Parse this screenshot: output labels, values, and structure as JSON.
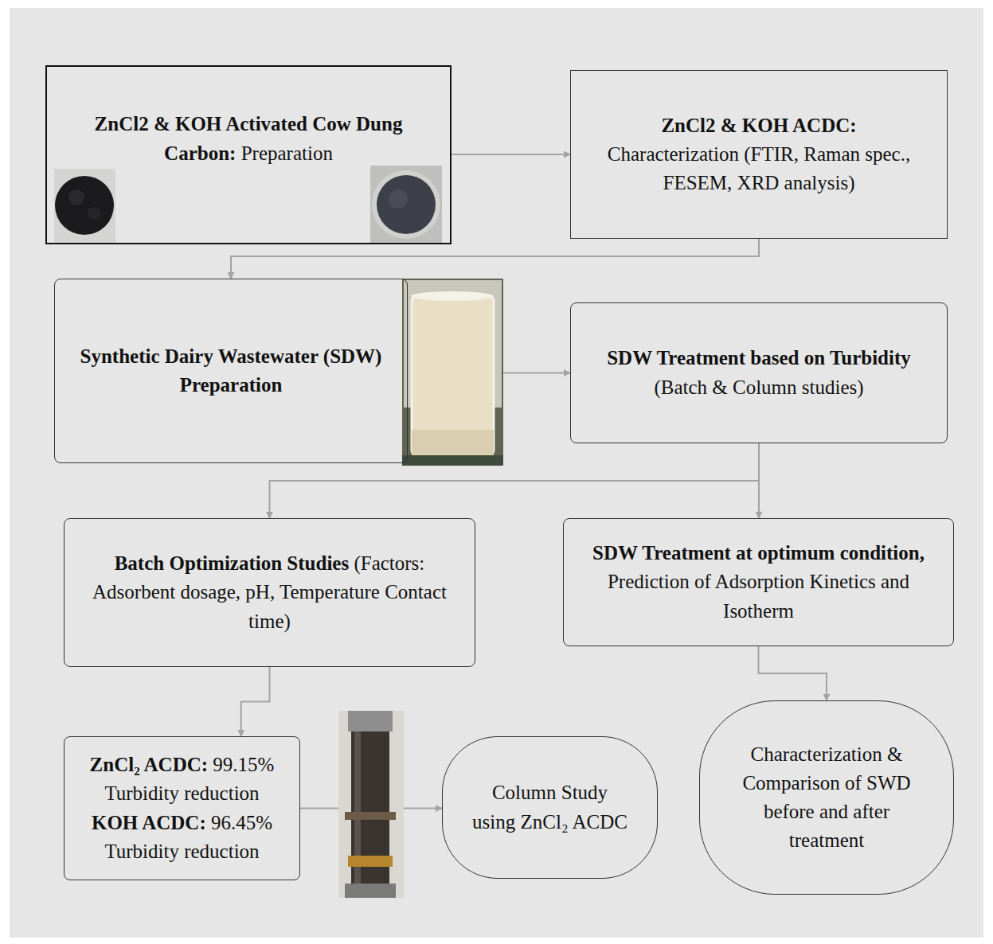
{
  "diagram": {
    "nodes": [
      {
        "text": [
          "ZnCl2 & KOH Activated Cow Dung Carbon:",
          "Preparation"
        ]
      },
      {
        "text": [
          "ZnCl2 & KOH ACDC:",
          "Characterization (FTIR, Raman spec., FESEM, XRD analysis)"
        ]
      },
      {
        "text": [
          "Synthetic Dairy Wastewater (SDW) Preparation"
        ]
      },
      {
        "text": [
          "SDW Treatment based on Turbidity",
          "(Batch & Column studies)"
        ]
      },
      {
        "text": [
          "Batch Optimization Studies",
          "(Factors: Adsorbent dosage, pH, Temperature Contact time)"
        ]
      },
      {
        "text": [
          "SDW Treatment at optimum condition,",
          "Prediction of Adsorption Kinetics and Isotherm"
        ]
      },
      {
        "text": [
          "ZnCl₂ ACDC:",
          "99.15% Turbidity reduction",
          "KOH ACDC:",
          "96.45% Turbidity reduction"
        ]
      },
      {
        "text": [
          "Column Study using ZnCl₂ ACDC"
        ]
      },
      {
        "text": [
          "Characterization & Comparison of SWD before and after treatment"
        ]
      }
    ],
    "edges": [
      {
        "from": 0,
        "to": 1,
        "arrow": "to"
      },
      {
        "from": 1,
        "to": 2,
        "arrow": "to"
      },
      {
        "from": 2,
        "to": 3,
        "arrow": "to"
      },
      {
        "from": 3,
        "to": 4,
        "arrow": "to"
      },
      {
        "from": 3,
        "to": 5,
        "arrow": "to"
      },
      {
        "from": 4,
        "to": 6,
        "arrow": "to"
      },
      {
        "from": 6,
        "to": 7,
        "arrow": "to"
      },
      {
        "from": 5,
        "to": 8,
        "arrow": "to"
      }
    ]
  }
}
